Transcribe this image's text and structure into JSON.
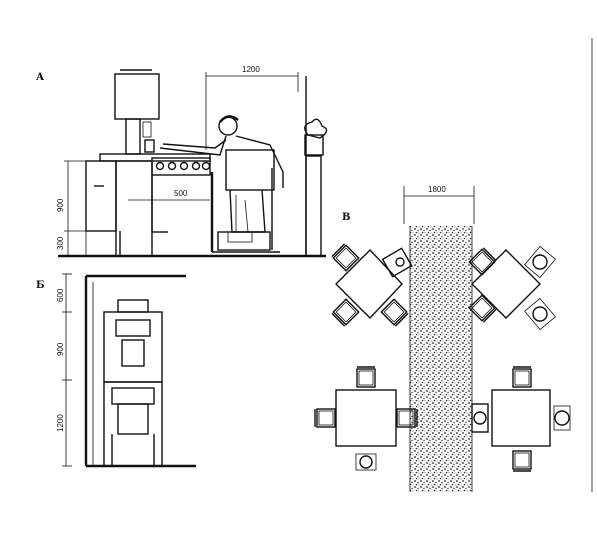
{
  "panels": {
    "a": {
      "label": "А",
      "dims": {
        "width_top": "1200",
        "height_counter": "900",
        "height_base": "300",
        "reach": "500"
      }
    },
    "b": {
      "label": "Б",
      "dims": {
        "top": "600",
        "middle": "900",
        "bottom": "1200"
      }
    },
    "v": {
      "label": "В",
      "dims": {
        "aisle": "1800"
      }
    }
  }
}
